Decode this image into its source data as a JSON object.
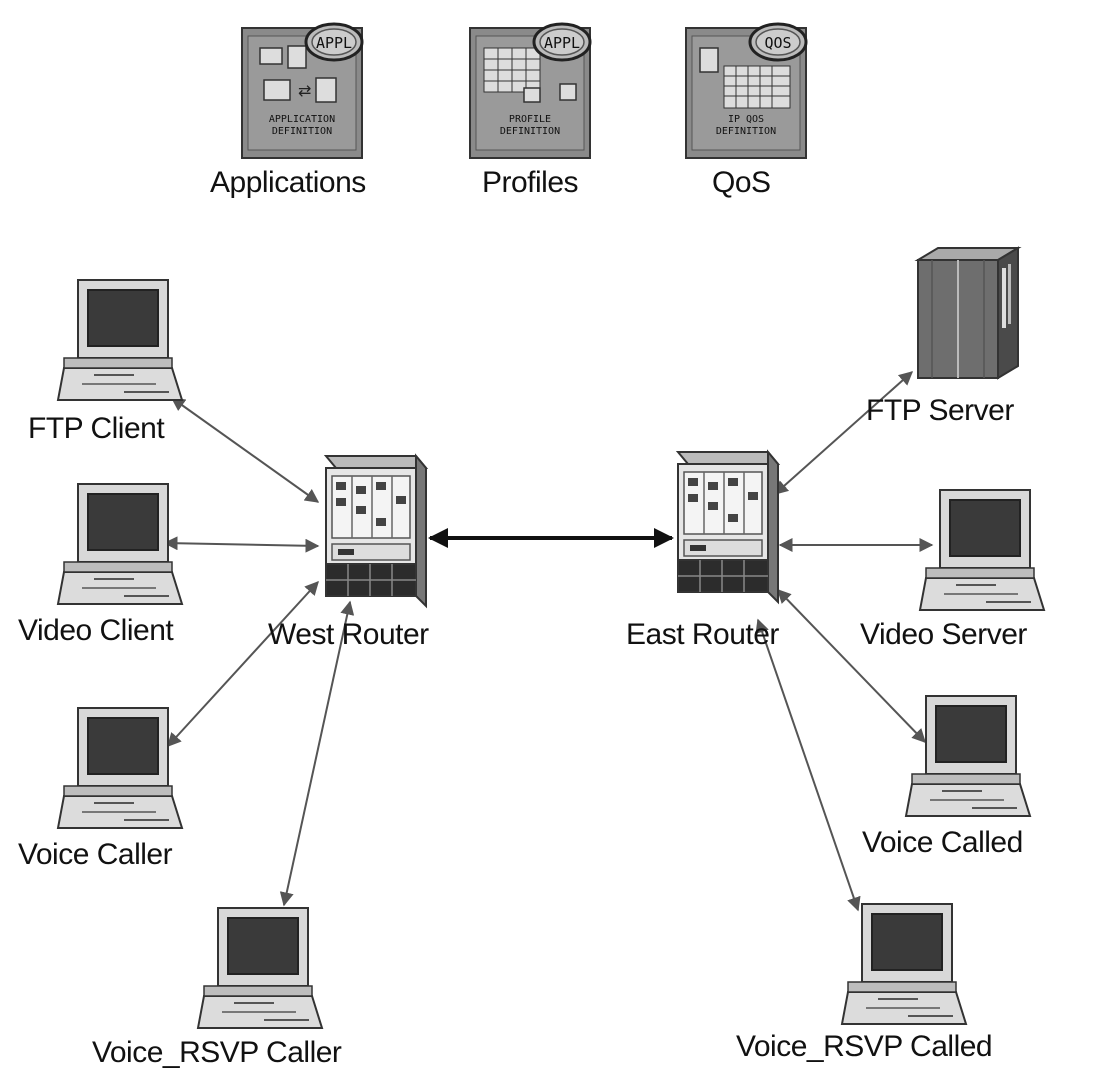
{
  "config_objects": [
    {
      "id": "applications",
      "badge": "APPL",
      "caption_lines": [
        "APPLICATION",
        "DEFINITION"
      ],
      "label": "Applications"
    },
    {
      "id": "profiles",
      "badge": "APPL",
      "caption_lines": [
        "PROFILE",
        "DEFINITION"
      ],
      "label": "Profiles"
    },
    {
      "id": "qos",
      "badge": "QOS",
      "caption_lines": [
        "IP QOS",
        "DEFINITION"
      ],
      "label": "QoS"
    }
  ],
  "routers": {
    "west": {
      "label": "West Router"
    },
    "east": {
      "label": "East Router"
    }
  },
  "nodes": {
    "ftp_client": {
      "label": "FTP Client"
    },
    "video_client": {
      "label": "Video Client"
    },
    "voice_caller": {
      "label": "Voice Caller"
    },
    "voice_rsvp_caller": {
      "label": "Voice_RSVP Caller"
    },
    "ftp_server": {
      "label": "FTP Server"
    },
    "video_server": {
      "label": "Video Server"
    },
    "voice_called": {
      "label": "Voice Called"
    },
    "voice_rsvp_called": {
      "label": "Voice_RSVP Called"
    }
  },
  "links": [
    {
      "from": "ftp_client",
      "to": "west"
    },
    {
      "from": "video_client",
      "to": "west"
    },
    {
      "from": "voice_caller",
      "to": "west"
    },
    {
      "from": "voice_rsvp_caller",
      "to": "west"
    },
    {
      "from": "west",
      "to": "east",
      "type": "backbone"
    },
    {
      "from": "ftp_server",
      "to": "east"
    },
    {
      "from": "video_server",
      "to": "east"
    },
    {
      "from": "voice_called",
      "to": "east"
    },
    {
      "from": "voice_rsvp_called",
      "to": "east"
    }
  ],
  "colors": {
    "icon_gray": "#8a8a8a",
    "link": "#555555",
    "backbone": "#111111"
  }
}
